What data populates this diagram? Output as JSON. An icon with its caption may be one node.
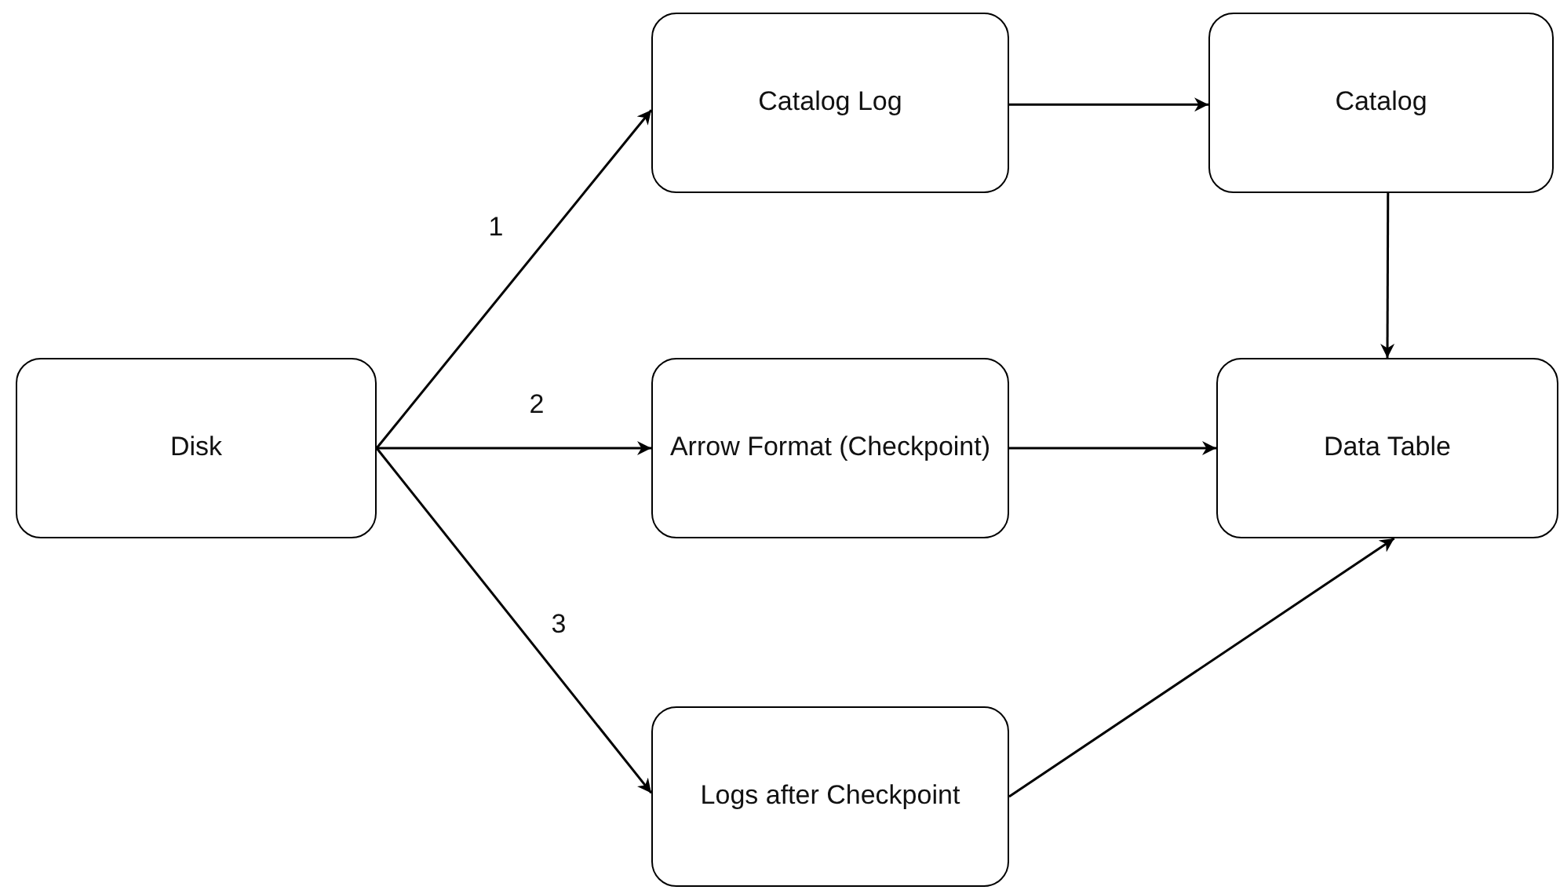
{
  "diagram": {
    "nodes": [
      {
        "text": [
          "Disk"
        ]
      },
      {
        "text": [
          "Catalog Log"
        ]
      },
      {
        "text": [
          "Catalog"
        ]
      },
      {
        "text": [
          "Arrow Format (Checkpoint)"
        ]
      },
      {
        "text": [
          "Data Table"
        ]
      },
      {
        "text": [
          "Logs after Checkpoint"
        ]
      }
    ],
    "edges": [
      {
        "from": 0,
        "to": 1,
        "arrow": "to",
        "label": "1"
      },
      {
        "from": 0,
        "to": 3,
        "arrow": "to",
        "label": "2"
      },
      {
        "from": 0,
        "to": 5,
        "arrow": "to",
        "label": "3"
      },
      {
        "from": 1,
        "to": 2,
        "arrow": "to"
      },
      {
        "from": 2,
        "to": 4,
        "arrow": "to"
      },
      {
        "from": 3,
        "to": 4,
        "arrow": "to"
      },
      {
        "from": 5,
        "to": 4,
        "arrow": "to"
      }
    ]
  }
}
